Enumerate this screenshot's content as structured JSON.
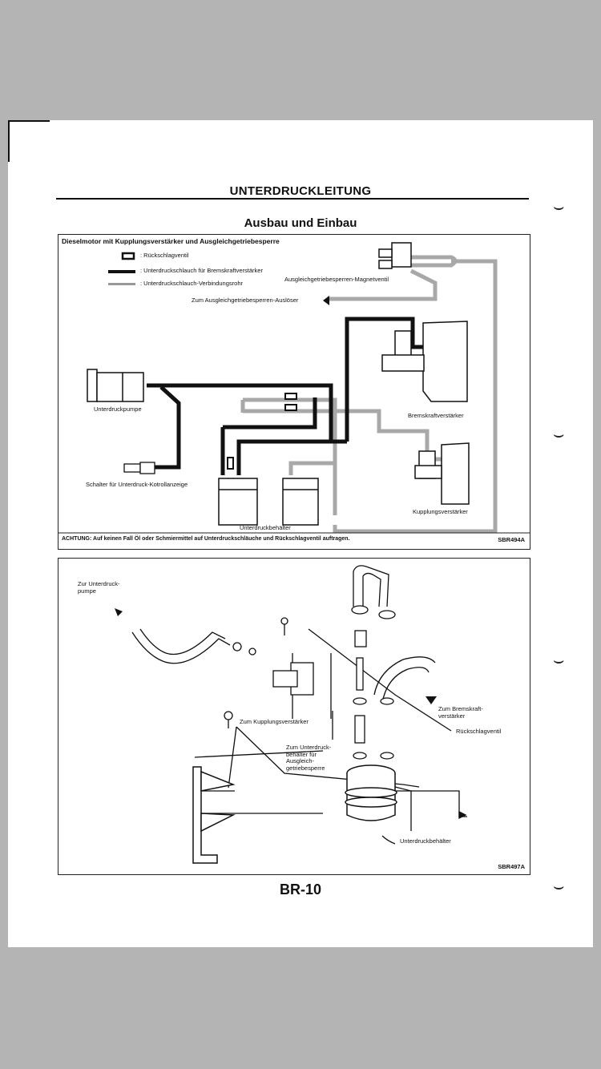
{
  "header": {
    "title": "UNTERDRUCKLEITUNG"
  },
  "section": {
    "title": "Ausbau und Einbau"
  },
  "figure1": {
    "caption": "Dieselmotor mit Kupplungsverstärker und Ausgleichgetriebesperre",
    "legend": [
      {
        "symbol": "check-valve",
        "text": ": Rückschlagventil"
      },
      {
        "symbol": "thick-hose",
        "text": ": Unterdruckschlauch für Bremskraftverstärker"
      },
      {
        "symbol": "thin-hose",
        "text": ": Unterdruckschlauch-Verbindungsrohr"
      }
    ],
    "labels": {
      "magnetventil": "Ausgleichgetriebesperren-Magnetventil",
      "ausloeser": "Zum Ausgleichgetriebesperren-Auslöser",
      "pumpe": "Unterdruckpumpe",
      "schalter": "Schalter für Unterdruck-Kotrollanzeige",
      "bremskraft": "Bremskraftverstärker",
      "kupplung": "Kupplungsverstärker",
      "behaelter": "Unterdruckbehälter"
    },
    "warning": "ACHTUNG: Auf keinen Fall Öl oder Schmiermittel auf Unterdruckschläuche und Rückschlagventil auftragen.",
    "code": "SBR494A"
  },
  "figure2": {
    "labels": {
      "pumpe": "Zur Unterdruck-\npumpe",
      "kupplung": "Zum Kupplungsverstärker",
      "behaelter_ausgleich": "Zum Unterdruck-\nbehälter für\nAusgleich-\ngetriebesperre",
      "bremskraft": "Zum Bremskraft-\nverstärker",
      "rueckschlag": "Rückschlagventil",
      "behaelter": "Unterdruckbehälter"
    },
    "code": "SBR497A"
  },
  "footer": {
    "page_number": "BR-10"
  }
}
